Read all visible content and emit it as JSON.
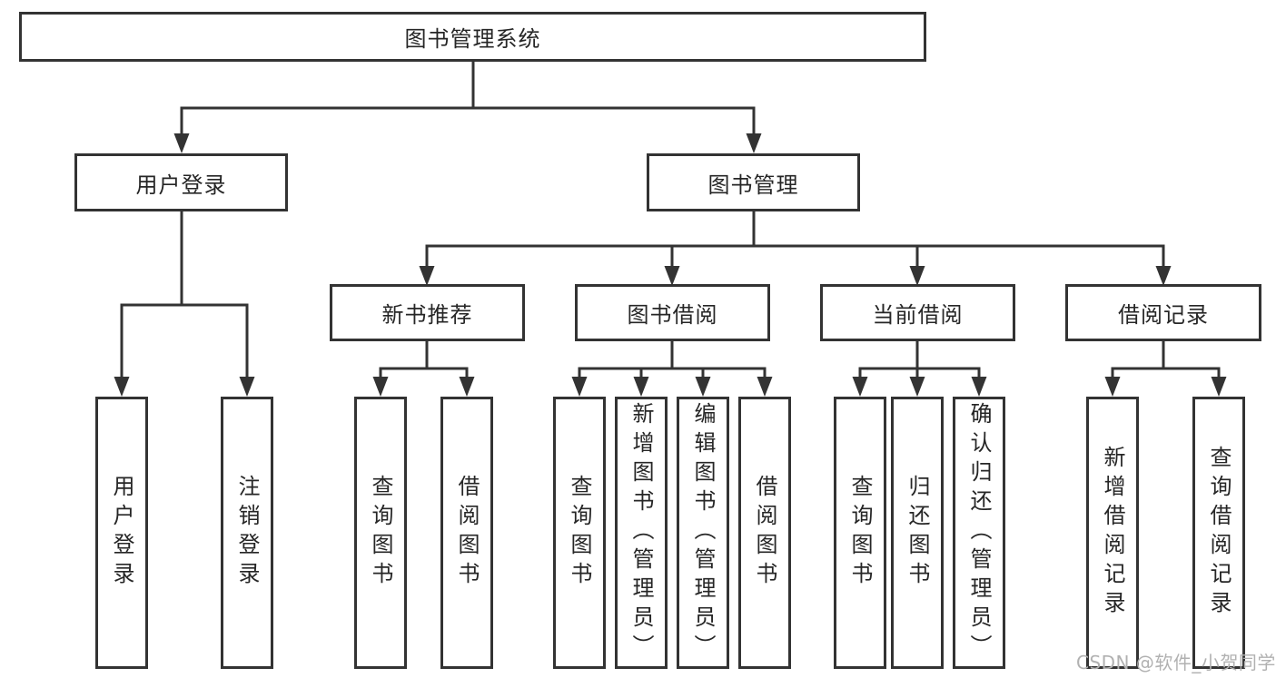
{
  "diagram_type": "functional-structure-tree",
  "watermark": "CSDN @软件_小贺同学",
  "colors": {
    "line": "#333333",
    "box_border": "#333333",
    "box_background": "#ffffff",
    "text": "#262626",
    "watermark": "#b1b1b1",
    "background": "#ffffff"
  },
  "nodes": {
    "root": {
      "label": "图书管理系统",
      "children": [
        "user_login",
        "book_management"
      ]
    },
    "user_login": {
      "label": "用户登录",
      "children": [
        "leaf_user_login",
        "leaf_logout"
      ]
    },
    "book_management": {
      "label": "图书管理",
      "children": [
        "new_book_recommend",
        "book_borrowing",
        "current_borrowing",
        "borrowing_records"
      ]
    },
    "new_book_recommend": {
      "label": "新书推荐",
      "children": [
        "leaf_query_book_a",
        "leaf_borrow_book_a"
      ]
    },
    "book_borrowing": {
      "label": "图书借阅",
      "children": [
        "leaf_query_book_b",
        "leaf_add_book",
        "leaf_edit_book",
        "leaf_borrow_book_b"
      ]
    },
    "current_borrowing": {
      "label": "当前借阅",
      "children": [
        "leaf_query_book_c",
        "leaf_return_book",
        "leaf_confirm_return"
      ]
    },
    "borrowing_records": {
      "label": "借阅记录",
      "children": [
        "leaf_add_borrow_record",
        "leaf_query_borrow_record"
      ]
    },
    "leaf_user_login": {
      "label": "用户登录"
    },
    "leaf_logout": {
      "label": "注销登录"
    },
    "leaf_query_book_a": {
      "label": "查询图书"
    },
    "leaf_borrow_book_a": {
      "label": "借阅图书"
    },
    "leaf_query_book_b": {
      "label": "查询图书"
    },
    "leaf_add_book": {
      "label": "新增图书（管理员）"
    },
    "leaf_edit_book": {
      "label": "编辑图书（管理员）"
    },
    "leaf_borrow_book_b": {
      "label": "借阅图书"
    },
    "leaf_query_book_c": {
      "label": "查询图书"
    },
    "leaf_return_book": {
      "label": "归还图书"
    },
    "leaf_confirm_return": {
      "label": "确认归还（管理员）"
    },
    "leaf_add_borrow_record": {
      "label": "新增借阅记录"
    },
    "leaf_query_borrow_record": {
      "label": "查询借阅记录"
    }
  }
}
